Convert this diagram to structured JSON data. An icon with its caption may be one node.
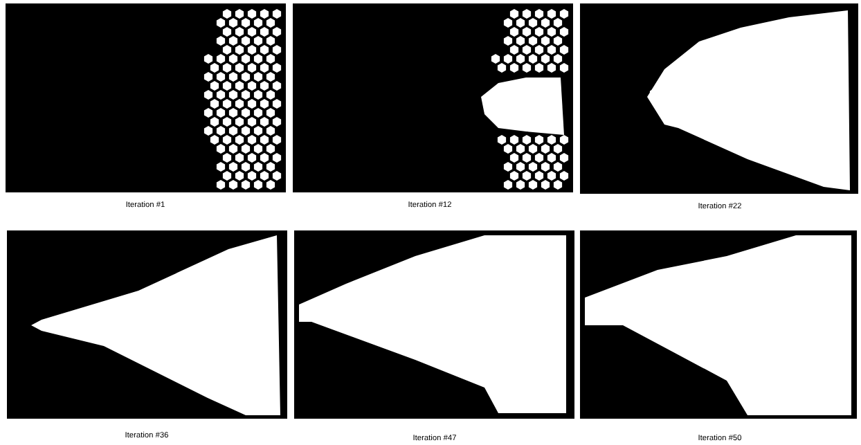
{
  "diagram": {
    "labels": [
      "Iteration #1",
      "Iteration #12",
      "Iteration #22",
      "Iteration #36",
      "Iteration #47",
      "Iteration #50"
    ]
  }
}
